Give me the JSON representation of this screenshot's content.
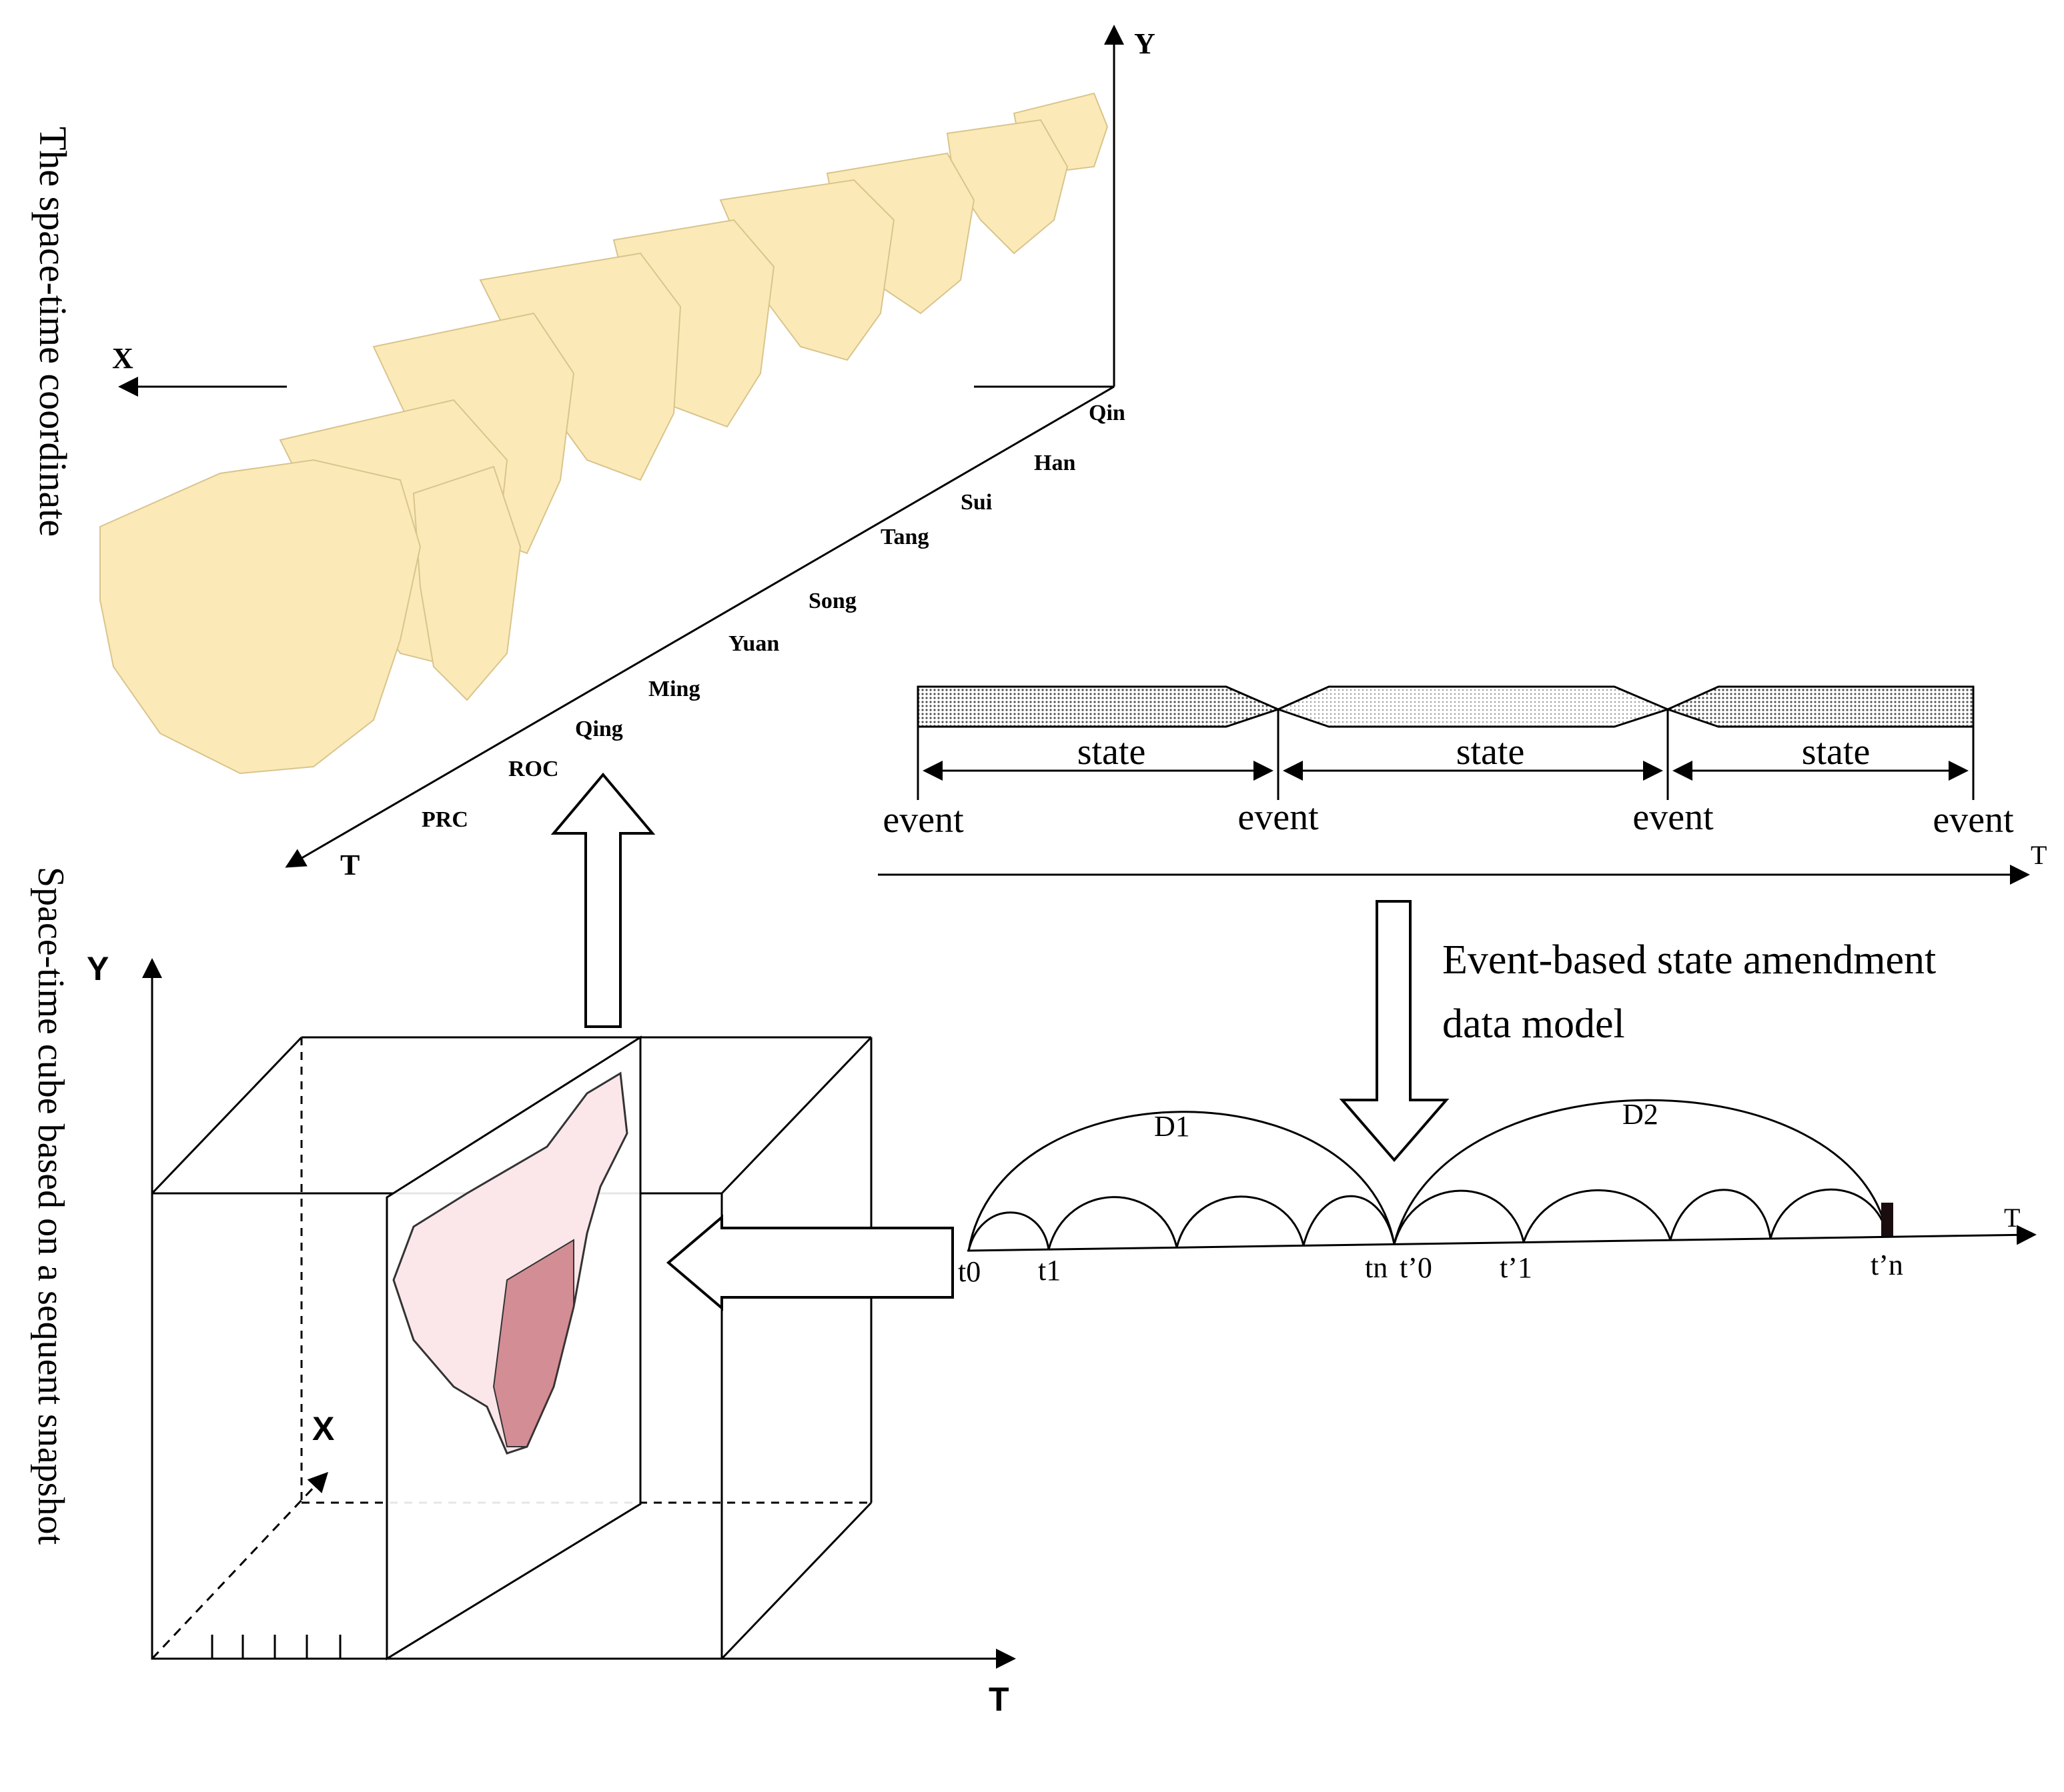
{
  "left_titles": {
    "top": "The space-time coordinate",
    "bottom": "Space-time cube  based on a sequent snapshot"
  },
  "top_axes": {
    "x": "X",
    "y": "Y",
    "t": "T"
  },
  "dynasties": [
    "Qin",
    "Han",
    "Sui",
    "Tang",
    "Song",
    "Yuan",
    "Ming",
    "Qing",
    "ROC",
    "PRC"
  ],
  "cube_axes": {
    "x": "X",
    "y": "Y",
    "t": "T"
  },
  "state_timeline": {
    "states": [
      "state",
      "state",
      "state"
    ],
    "events": [
      "event",
      "event",
      "event",
      "event"
    ],
    "axis": "T"
  },
  "model_label": {
    "line1": "Event-based state amendment",
    "line2": "data model"
  },
  "amendment": {
    "arcs": [
      "D1",
      "D2"
    ],
    "ticks": [
      "t0",
      "t1",
      "tn",
      "t’0",
      "t’1",
      "t’n"
    ],
    "axis": "T"
  },
  "colors": {
    "map_fill": "#fbeab7",
    "cube_map_fill": "#fbe7ea",
    "stroke": "#000000"
  }
}
